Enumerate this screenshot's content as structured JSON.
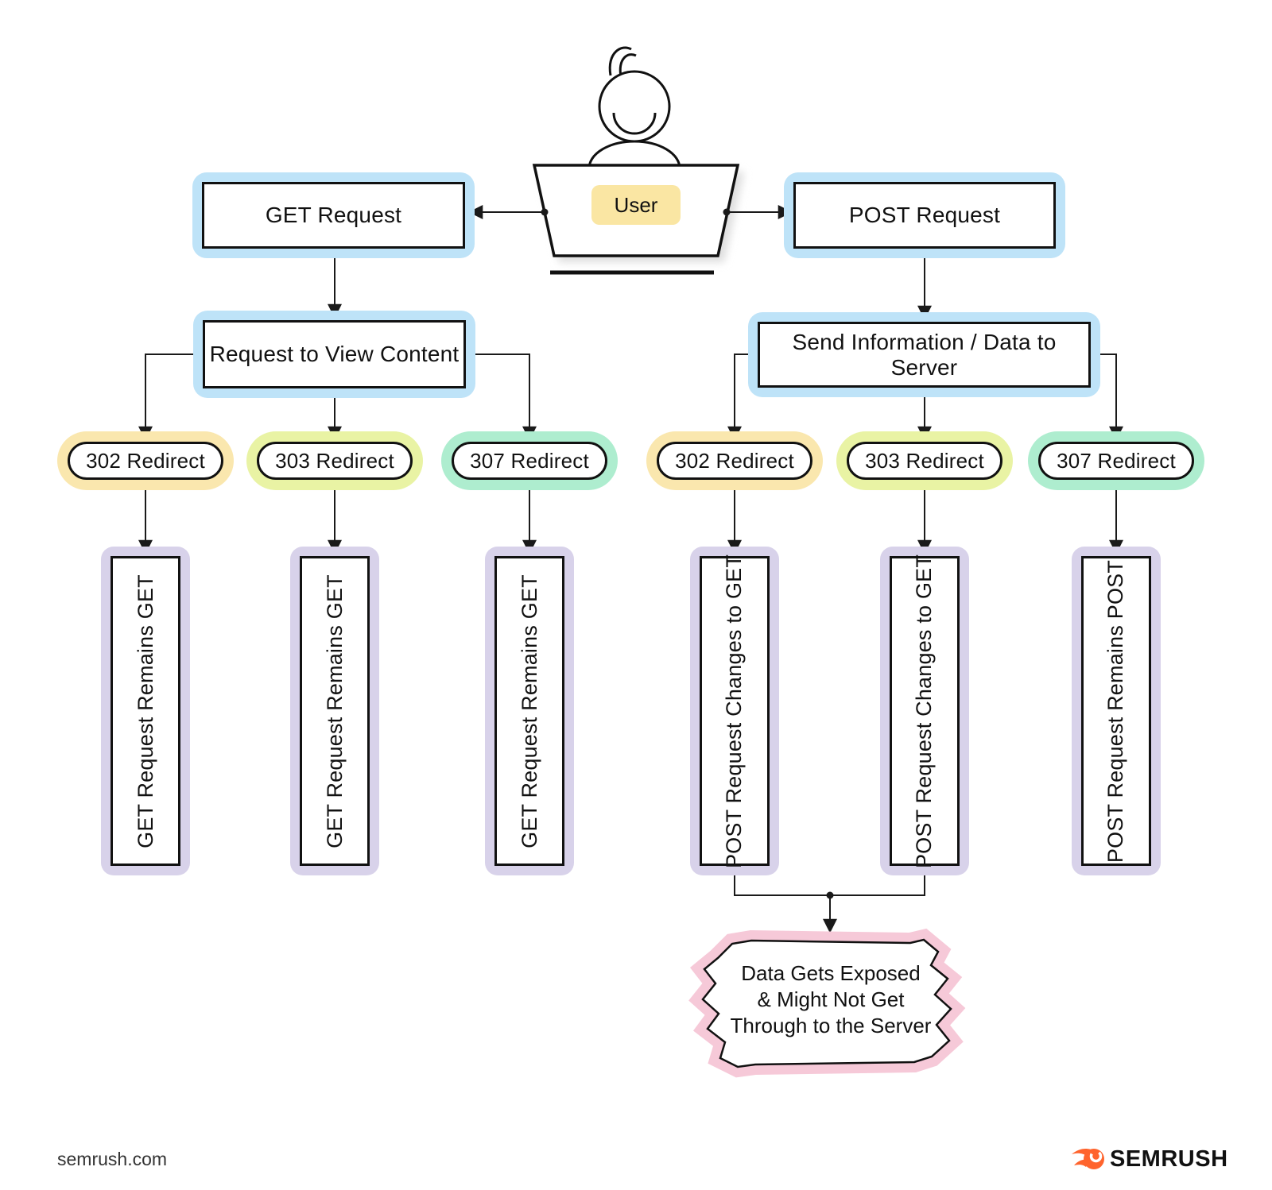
{
  "meta": {
    "source_label": "semrush.com",
    "brand_wordmark": "SEMRUSH"
  },
  "user_node": {
    "label": "User"
  },
  "get_flow": {
    "request": "GET Request",
    "action": "Request to View Content",
    "redirects": [
      {
        "code": "302 Redirect",
        "outcome": "GET Request Remains GET",
        "highlight": "#FAE7AE"
      },
      {
        "code": "303 Redirect",
        "outcome": "GET Request Remains GET",
        "highlight": "#E9F3A4"
      },
      {
        "code": "307 Redirect",
        "outcome": "GET Request Remains GET",
        "highlight": "#AEEDCF"
      }
    ]
  },
  "post_flow": {
    "request": "POST Request",
    "action": "Send Information / Data to Server",
    "redirects": [
      {
        "code": "302 Redirect",
        "outcome": "POST Request Changes to GET",
        "highlight": "#FAE7AE"
      },
      {
        "code": "303 Redirect",
        "outcome": "POST Request Changes to GET",
        "highlight": "#E9F3A4"
      },
      {
        "code": "307 Redirect",
        "outcome": "POST Request Remains POST",
        "highlight": "#AEEDCF"
      }
    ]
  },
  "warning": {
    "line1": "Data Gets Exposed",
    "line2": "& Might Not Get",
    "line3": "Through to the Server"
  },
  "colors": {
    "highlight_blue": "#BEE3F8",
    "highlight_purple": "#D8D2EA",
    "highlight_pink": "#F6C9D8",
    "user_label_yellow": "#FAE6A3",
    "line_black": "#1a1a1a",
    "brand_orange": "#FF642D"
  }
}
